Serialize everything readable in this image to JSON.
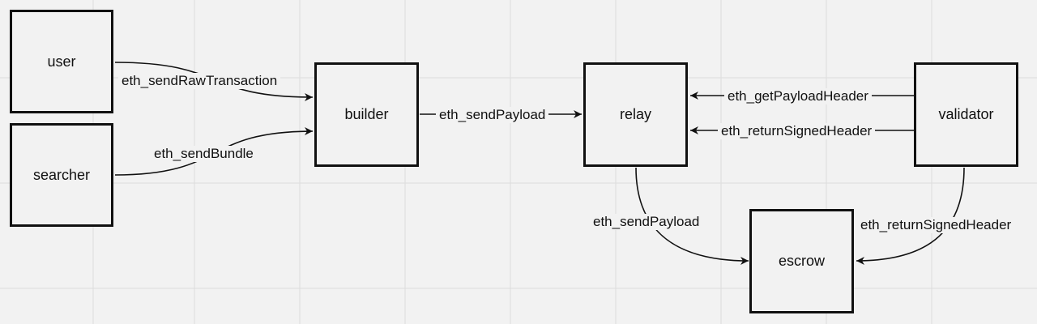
{
  "nodes": {
    "user": "user",
    "searcher": "searcher",
    "builder": "builder",
    "relay": "relay",
    "validator": "validator",
    "escrow": "escrow"
  },
  "edges": {
    "user_to_builder": "eth_sendRawTransaction",
    "searcher_to_builder": "eth_sendBundle",
    "builder_to_relay": "eth_sendPayload",
    "validator_to_relay_get": "eth_getPayloadHeader",
    "validator_to_relay_return": "eth_returnSignedHeader",
    "relay_to_escrow": "eth_sendPayload",
    "validator_to_escrow": "eth_returnSignedHeader"
  },
  "colors": {
    "background": "#f2f2f2",
    "grid": "#dcdcdc",
    "stroke": "#111111"
  }
}
